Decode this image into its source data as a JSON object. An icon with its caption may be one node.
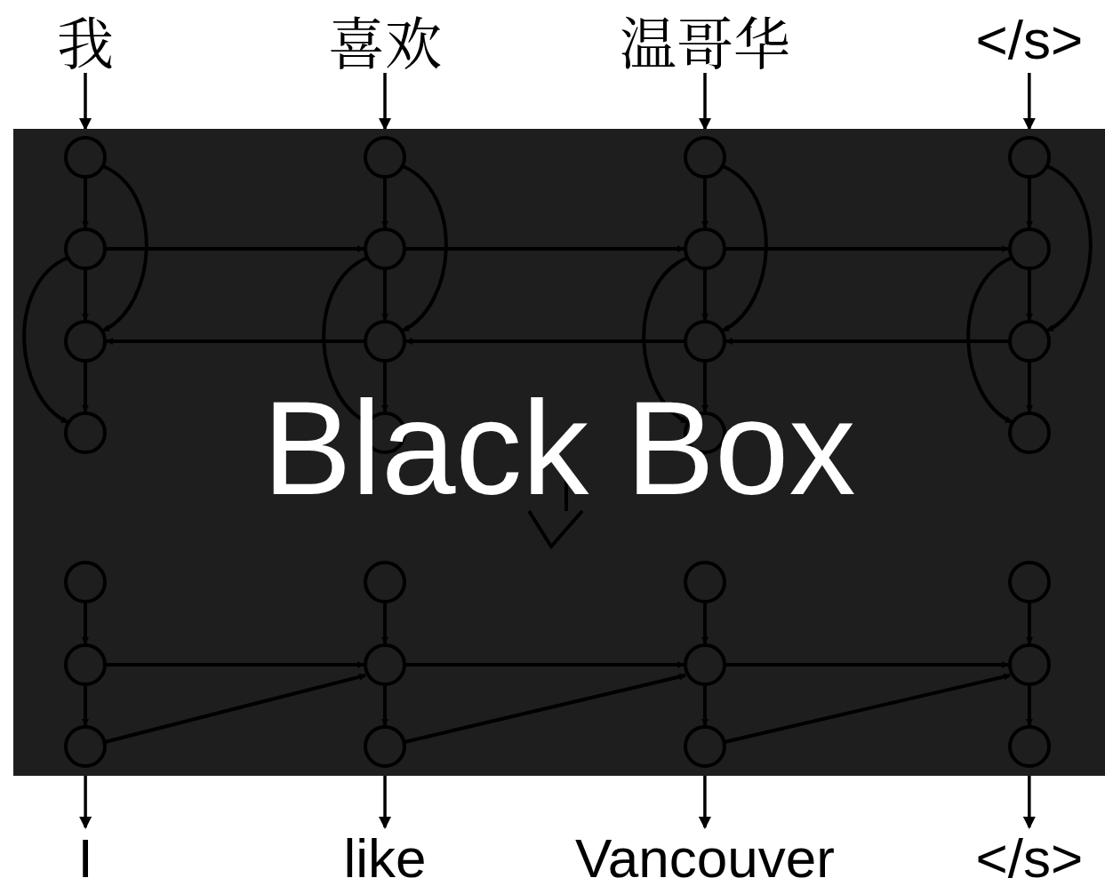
{
  "diagram": {
    "nodes": [
      {
        "text": [
          "Black Box"
        ]
      },
      {
        "text": [
          "我"
        ]
      },
      {
        "text": [
          "喜欢"
        ]
      },
      {
        "text": [
          "温哥华"
        ]
      },
      {
        "text": [
          "</s>"
        ]
      },
      {
        "text": [
          "I"
        ]
      },
      {
        "text": [
          "like"
        ]
      },
      {
        "text": [
          "Vancouver"
        ]
      },
      {
        "text": [
          "</s>"
        ]
      }
    ],
    "edges": [
      {
        "from": 1,
        "to": 0,
        "arrow": "to"
      },
      {
        "from": 2,
        "to": 0,
        "arrow": "to"
      },
      {
        "from": 3,
        "to": 0,
        "arrow": "to"
      },
      {
        "from": 4,
        "to": 0,
        "arrow": "to"
      },
      {
        "from": 0,
        "to": 5,
        "arrow": "to"
      },
      {
        "from": 0,
        "to": 6,
        "arrow": "to"
      },
      {
        "from": 0,
        "to": 7,
        "arrow": "to"
      },
      {
        "from": 0,
        "to": 8,
        "arrow": "to"
      }
    ]
  }
}
